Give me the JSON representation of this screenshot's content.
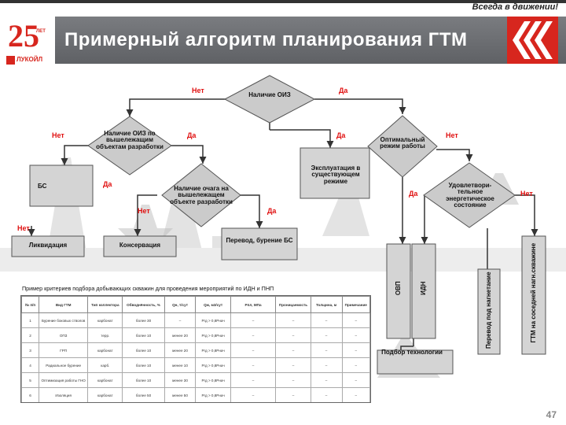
{
  "header": {
    "motto": "Всегда в движении!",
    "title": "Примерный алгоритм планирования ГТМ",
    "logo_number": "25",
    "logo_superscript": "ЛЕТ",
    "logo_company": "ЛУКОЙЛ"
  },
  "flow": {
    "ovz_presence": "Наличие ОИЗ",
    "ovz_above": "Наличие ОИЗ по вышележащим объектам разработки",
    "fire_above": "Наличие очага на вышележащем объекте разработки",
    "optimal_mode": "Оптимальный режим работы",
    "exploitation": "Эксплуатация в существующем режиме",
    "satisfactory": "Удовлетвори-тельное энергетическое состояние",
    "bs": "БС",
    "liquidation": "Ликвидация",
    "conservation": "Консервация",
    "transfer_bs": "Перевод, бурение БС",
    "ovp": "ОВП",
    "idn": "ИДН",
    "transfer_injection": "Перевод под нагнетание",
    "gtm_neighbor": "ГТМ на соседней нагн.скважине",
    "tech_selection": "Подбор технологии",
    "yes": "Да",
    "no": "Нет"
  },
  "table": {
    "caption": "Пример критериев подбора добывающих скважин для проведения мероприятий по ИДН и ПНП",
    "headers": [
      "№ п/п",
      "Вид ГТМ",
      "Тип коллектора",
      "Обводнённость, %",
      "Qн, т/сут",
      "Qж, м3/сут",
      "Рпл, МПа",
      "Проницаемость",
      "Толщина, м",
      "Примечание"
    ],
    "rows": [
      [
        "1",
        "Бурение боковых стволов",
        "карбонат",
        "более 30",
        "–",
        "Ргд > 0,8Рнач",
        "–",
        "–",
        "–",
        "–"
      ],
      [
        "2",
        "ОПЗ",
        "терр.",
        "более 10",
        "менее 20",
        "Ргд > 0,8Рнач",
        "–",
        "–",
        "–",
        "–"
      ],
      [
        "3",
        "ГРП",
        "карбонат",
        "более 10",
        "менее 20",
        "Ргд > 0,8Рнач",
        "–",
        "–",
        "–",
        "–"
      ],
      [
        "4",
        "Радиальное бурение",
        "карб.",
        "более 10",
        "менее 10",
        "Ргд > 0,8Рнач",
        "–",
        "–",
        "–",
        "–"
      ],
      [
        "5",
        "Оптимизация работы ГНО",
        "карбонат",
        "более 10",
        "менее 30",
        "Ргд > 0,8Рнач",
        "–",
        "–",
        "–",
        "–"
      ],
      [
        "6",
        "Изоляция",
        "карбонат",
        "более 50",
        "менее 50",
        "Ргд > 0,8Рнач",
        "–",
        "–",
        "–",
        "–"
      ]
    ]
  },
  "page_number": "47",
  "colors": {
    "header_bg": "#6e7075",
    "accent_red": "#d7261e",
    "diamond_fill": "#c9c9c9",
    "diamond_stroke": "#555555",
    "arrow": "#333333",
    "yes_no_red": "#e01010"
  }
}
